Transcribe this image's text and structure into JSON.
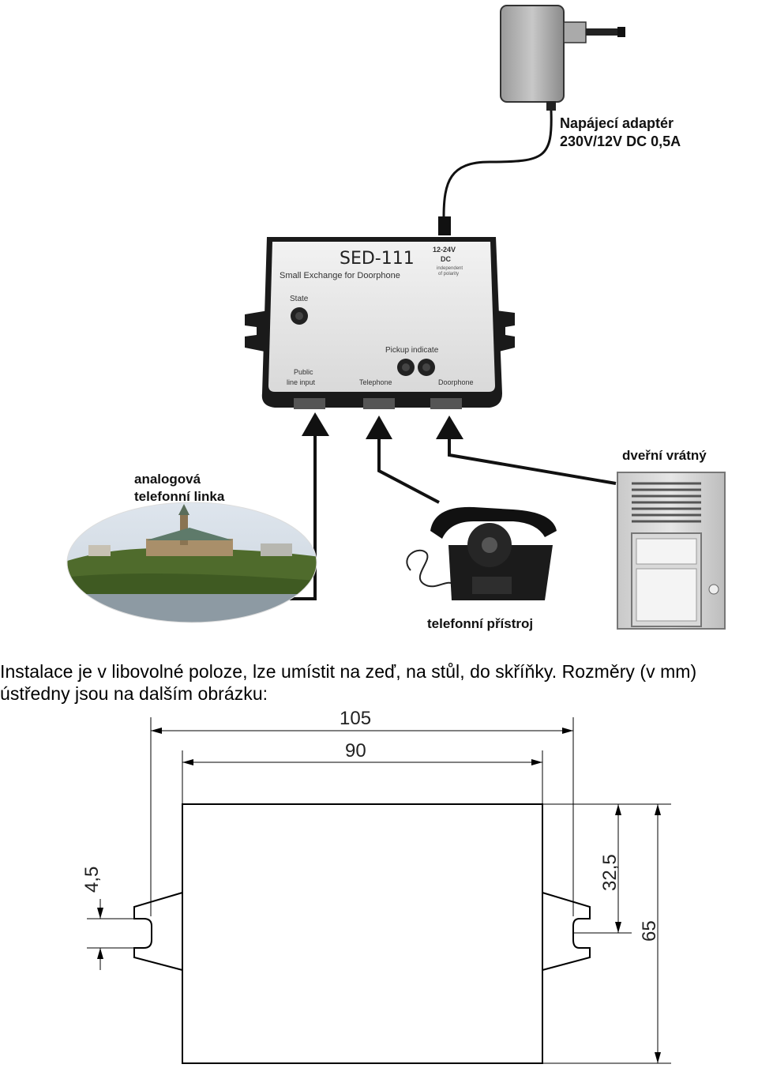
{
  "top_diagram": {
    "adapter_label_line1": "Napájecí adaptér",
    "adapter_label_line2": "230V/12V DC 0,5A",
    "device": {
      "model": "SED-111",
      "subtitle": "Small Exchange for Doorphone",
      "power_line1": "12-24V",
      "power_line2": "DC",
      "power_note1": "independent",
      "power_note2": "of polarity",
      "state_label": "State",
      "pickup_label": "Pickup indicate",
      "port_public_line1": "Public",
      "port_public_line2": "line input",
      "port_telephone": "Telephone",
      "port_doorphone": "Doorphone"
    },
    "line_label_line1": "analogová",
    "line_label_line2": "telefonní linka",
    "doorphone_label": "dveřní vrátný",
    "phone_label": "telefonní přístroj"
  },
  "paragraph": "Instalace je v libovolné poloze, lze umístit na zeď, na stůl, do skříňky. Rozměry (v mm) ústředny jsou na dalším obrázku:",
  "dimensions": {
    "width_total": "105",
    "width_body": "90",
    "slot_width": "4,5",
    "half_height": "32,5",
    "height_total": "65"
  },
  "colors": {
    "device_face": "#e6e6e6",
    "device_case": "#1a1a1a",
    "line": "#000000"
  }
}
